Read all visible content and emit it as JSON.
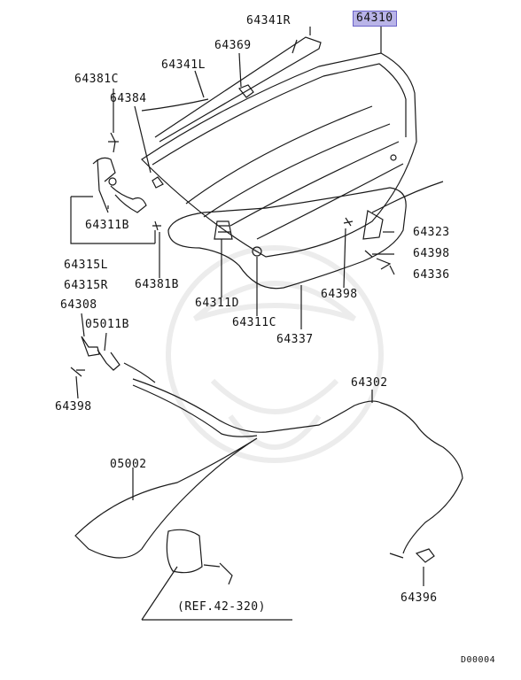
{
  "labels": {
    "p64310": "64310",
    "p64341r": "64341R",
    "p64369": "64369",
    "p64341l": "64341L",
    "p64381c": "64381C",
    "p64384": "64384",
    "p64311b": "64311B",
    "p64315l": "64315L",
    "p64315r": "64315R",
    "p64381b": "64381B",
    "p64311d": "64311D",
    "p64311c": "64311C",
    "p64337": "64337",
    "p64398a": "64398",
    "p64323": "64323",
    "p64398b": "64398",
    "p64336": "64336",
    "p64308": "64308",
    "p05011b": "05011B",
    "p64398c": "64398",
    "p64302": "64302",
    "p05002": "05002",
    "p64396": "64396",
    "ref": "(REF.42-320)",
    "code": "D00004"
  },
  "colors": {
    "line": "#1a1a1a",
    "highlight": "#b9b4e8",
    "watermark": "#e9e9e9"
  }
}
